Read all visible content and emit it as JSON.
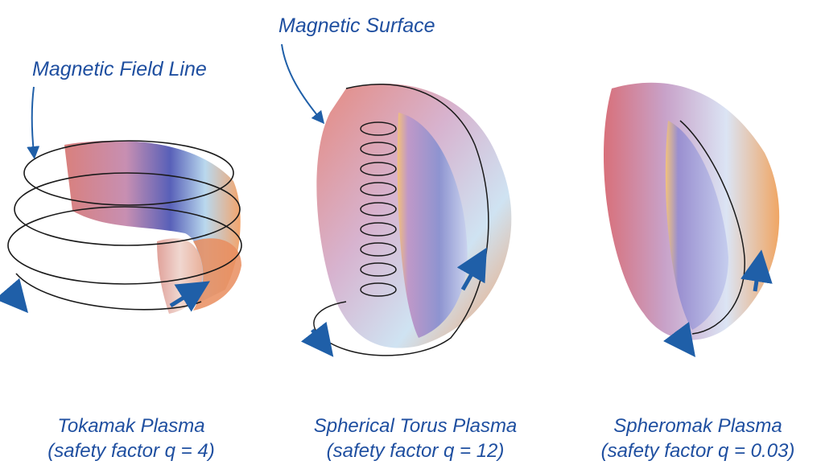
{
  "colors": {
    "label": "#1f4fa0",
    "arrow": "#1f5fa8",
    "field_line": "#1a1a1a"
  },
  "annotations": {
    "field_line": "Magnetic Field Line",
    "surface": "Magnetic Surface"
  },
  "panels": [
    {
      "title": "Tokamak Plasma",
      "subtitle": "(safety factor q = 4)"
    },
    {
      "title": "Spherical Torus Plasma",
      "subtitle": "(safety factor q = 12)"
    },
    {
      "title": "Spheromak Plasma",
      "subtitle": "(safety factor q = 0.03)"
    }
  ]
}
